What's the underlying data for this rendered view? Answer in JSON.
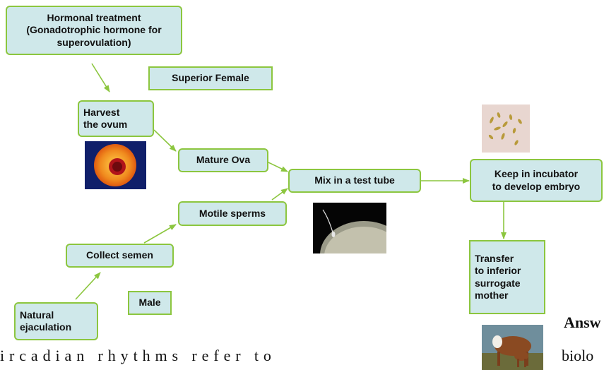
{
  "nodes": {
    "hormonal": "Hormonal treatment\n(Gonadotrophic hormone for\nsuperovulation)",
    "superior_female": "Superior Female",
    "harvest": "Harvest\nthe ovum",
    "mature_ova": "Mature Ova",
    "mix": "Mix in a test tube",
    "incubator": "Keep in incubator\nto develop embryo",
    "motile": "Motile sperms",
    "collect": "Collect semen",
    "natural": "Natural\nejaculation",
    "male": "Male",
    "transfer": "Transfer\nto inferior\nsurrogate\nmother"
  },
  "page_text": {
    "bottom_left": "ircadian rhythms refer to",
    "answer_fragment": "Answ",
    "bottom_right": "biolo"
  },
  "colors": {
    "box_fill": "#cfe8ea",
    "box_border": "#8cc63f",
    "arrow": "#8cc63f"
  },
  "images": {
    "ovum": "ovum-microscope-image",
    "embryo_culture": "embryo-culture-image",
    "sperm_egg": "sperm-egg-image",
    "cow_calf": "cow-calf-image"
  }
}
